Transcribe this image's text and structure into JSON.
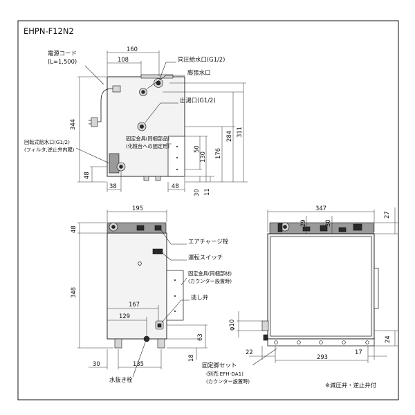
{
  "model": "EHPN-F12N2",
  "note": "※減圧弁・逆止弁付",
  "side_view": {
    "callouts": {
      "power_cord": "電源コード",
      "power_cord_len": "(L=1,500)",
      "same_pressure_inlet": "同圧給水口(G1/2)",
      "expansion_outlet": "膨張水口",
      "hot_outlet": "出湯口(G1/2)",
      "fixing_metal_1": "固定金具(同梱部品)",
      "fixing_metal_2": "(化粧台への固定用)",
      "rotary_inlet_1": "回転式給水口(G1/2)",
      "rotary_inlet_2": "(フィルタ,逆止弁内蔵)"
    },
    "dims": {
      "w160": "160",
      "w108": "108",
      "h344": "344",
      "h48": "48",
      "w38": "38",
      "w48": "48",
      "h50": "50",
      "h130": "130",
      "h30": "30",
      "h176": "176",
      "h284": "284",
      "h311": "311",
      "h11": "11"
    }
  },
  "front_view": {
    "callouts": {
      "air_charge": "エアチャージ栓",
      "run_switch": "運転スイッチ",
      "fixing_1": "固定金具(同梱部材)",
      "fixing_2": "(カウンター設置時)",
      "relief_valve": "逃し弁",
      "drain_plug": "水抜き栓"
    },
    "dims": {
      "w195": "195",
      "h48": "48",
      "h348": "348",
      "w167": "167",
      "w129": "129",
      "h63": "63",
      "h18": "18",
      "w30": "30",
      "w135": "135"
    }
  },
  "top_view": {
    "callouts": {
      "stand_set_1": "固定脚セット",
      "stand_set_2": "(別売:EFH-DA1)",
      "stand_set_3": "(カウンター設置時)"
    },
    "dims": {
      "w347": "347",
      "h29": "29",
      "h30": "30",
      "h27": "27",
      "phi10": "φ10",
      "w22": "22",
      "w293": "293",
      "w17": "17",
      "h24": "24"
    }
  }
}
